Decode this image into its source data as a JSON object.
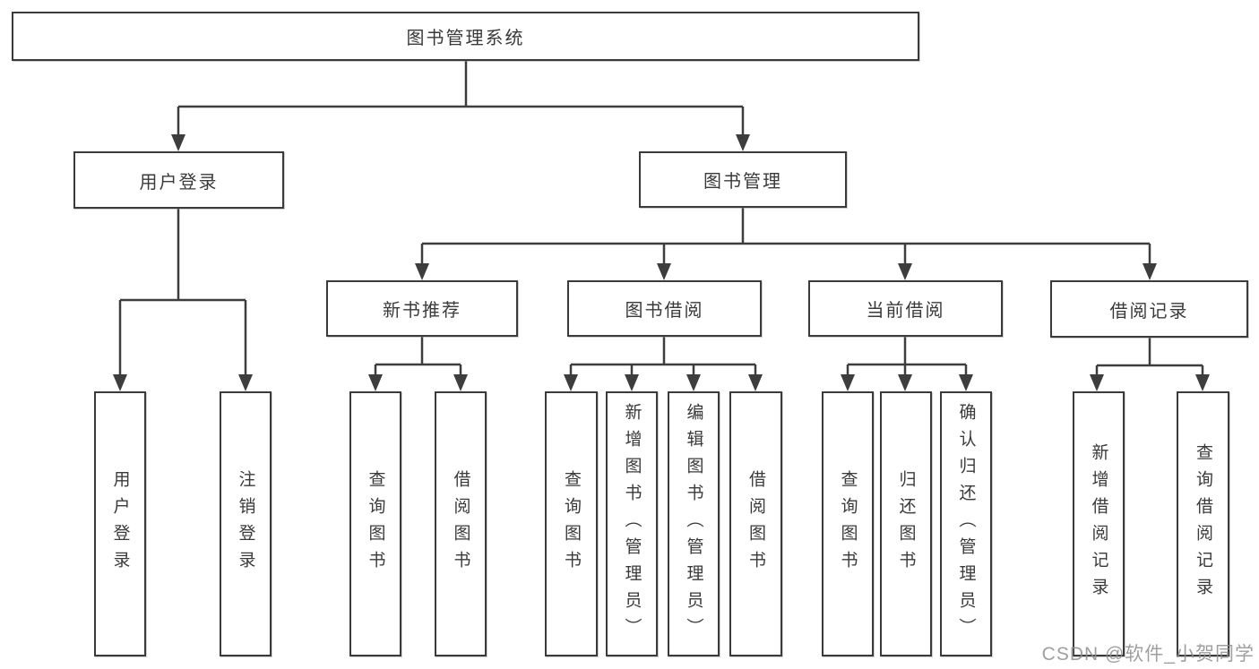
{
  "diagram": {
    "type": "tree",
    "colors": {
      "line": "#3d3d3d",
      "box_border": "#3b3b3b",
      "text": "#3a3a3a",
      "background": "#ffffff",
      "watermark": "#8e8e8e"
    },
    "root": {
      "label": "图书管理系统",
      "children": [
        {
          "label": "用户登录",
          "children": [
            {
              "label": "用户登录"
            },
            {
              "label": "注销登录"
            }
          ]
        },
        {
          "label": "图书管理",
          "children": [
            {
              "label": "新书推荐",
              "children": [
                {
                  "label": "查询图书"
                },
                {
                  "label": "借阅图书"
                }
              ]
            },
            {
              "label": "图书借阅",
              "children": [
                {
                  "label": "查询图书"
                },
                {
                  "label": "新增图书（管理员）"
                },
                {
                  "label": "编辑图书（管理员）"
                },
                {
                  "label": "借阅图书"
                }
              ]
            },
            {
              "label": "当前借阅",
              "children": [
                {
                  "label": "查询图书"
                },
                {
                  "label": "归还图书"
                },
                {
                  "label": "确认归还（管理员）"
                }
              ]
            },
            {
              "label": "借阅记录",
              "children": [
                {
                  "label": "新增借阅记录"
                },
                {
                  "label": "查询借阅记录"
                }
              ]
            }
          ]
        }
      ]
    },
    "watermark": "CSDN @软件_小贺同学"
  }
}
